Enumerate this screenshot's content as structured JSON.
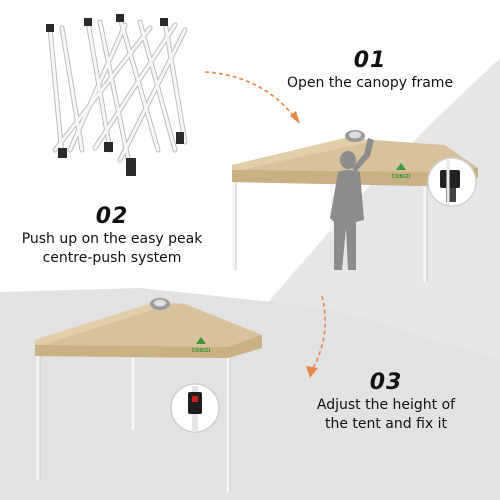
{
  "steps": [
    {
      "number": "01",
      "caption_lines": [
        "Open the canopy frame"
      ]
    },
    {
      "number": "02",
      "caption_lines": [
        "Push up on the easy peak",
        "centre-push system"
      ]
    },
    {
      "number": "03",
      "caption_lines": [
        "Adjust the height of",
        "the tent and fix it"
      ]
    }
  ],
  "brand": {
    "logo_text": "COBIZI"
  },
  "colors": {
    "canopy": "#d6c09a",
    "canopy_shade": "#c8b083",
    "frame": "#f4f4f4",
    "frame_dark": "#2a2a2a",
    "arrow": "#e8874a",
    "background_shape": "#e4e4e4",
    "logo_green": "#3c9a3c",
    "button_red": "#c81e1e"
  },
  "icons": [
    "dashed-arrow-icon",
    "person-silhouette-icon",
    "magnifier-inset-icon"
  ]
}
